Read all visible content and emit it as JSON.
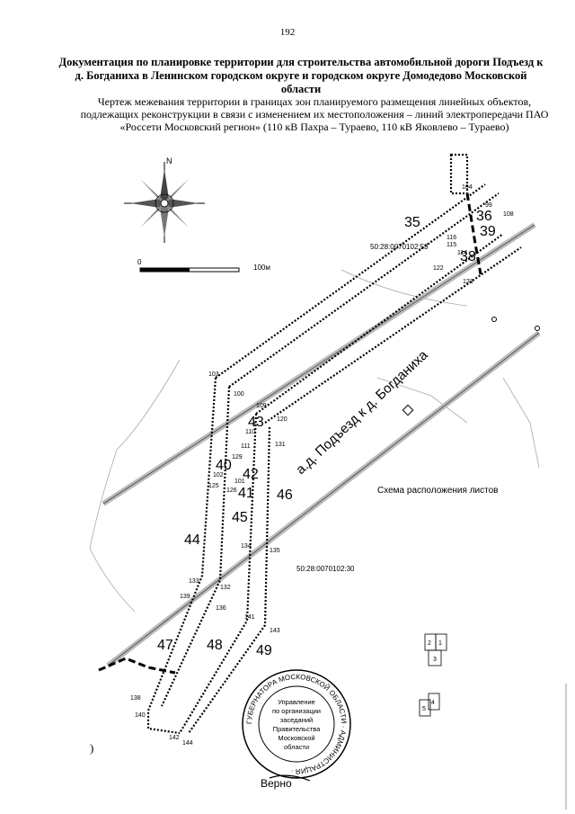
{
  "page_number": "192",
  "title": "Документация по планировке территории для строительства автомобильной дороги Подъезд к д. Богданиха в Ленинском городском округе и городском округе Домодедово Московской области",
  "subtitle": "Чертеж межевания территории в границах зон планируемого размещения линейных объектов, подлежащих реконструкции в связи с изменением их местоположения – линий электропередачи ПАО «Россети Московский регион» (110 кВ Пахра – Тураево, 110 кВ Яковлево – Тураево)",
  "compass": {
    "north_label": "N",
    "icon": "compass-rose-icon"
  },
  "scale_bar": {
    "start_label": "0",
    "end_label": "100м"
  },
  "road_label": "а.д. Подъезд к д. Богданиха",
  "cadastral_numbers": [
    "50:28:0070102:53",
    "50:28:0070102:30"
  ],
  "plot_numbers": [
    "35",
    "36",
    "39",
    "38",
    "43",
    "40",
    "42",
    "41",
    "46",
    "45",
    "44",
    "47",
    "48",
    "49"
  ],
  "point_numbers": [
    "104",
    "99",
    "108",
    "116",
    "115",
    "114",
    "122",
    "123",
    "103",
    "100",
    "109",
    "110",
    "120",
    "111",
    "131",
    "129",
    "102",
    "101",
    "125",
    "126",
    "134",
    "135",
    "133",
    "132",
    "139",
    "136",
    "141",
    "143",
    "138",
    "140",
    "142",
    "144"
  ],
  "layout_scheme": {
    "title": "Схема расположения листов",
    "sheets": [
      "2",
      "1",
      "3",
      "5",
      "4"
    ]
  },
  "stamp": {
    "outer_text": "ГУБЕРНАТОРА МОСКОВСКОЙ ОБЛАСТИ · АДМИНИСТРАЦИЯ ·",
    "inner_lines": [
      "Управление",
      "по организации",
      "заседаний",
      "Правительства",
      "Московской",
      "области"
    ],
    "verno": "Верно"
  },
  "margin_mark": ")"
}
